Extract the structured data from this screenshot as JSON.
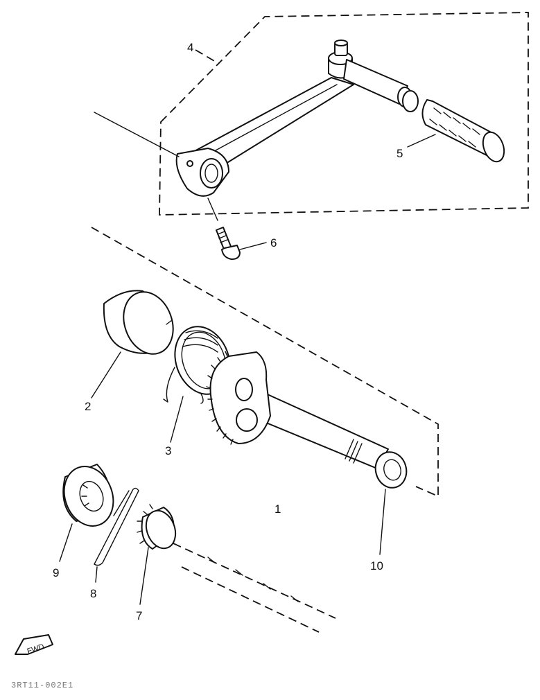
{
  "labels": {
    "p1": "1",
    "p2": "2",
    "p3": "3",
    "p4": "4",
    "p5": "5",
    "p6": "6",
    "p7": "7",
    "p8": "8",
    "p9": "9",
    "p10": "10"
  },
  "fwd_mark": "FWD",
  "figure_code": "3RT11-002E1"
}
